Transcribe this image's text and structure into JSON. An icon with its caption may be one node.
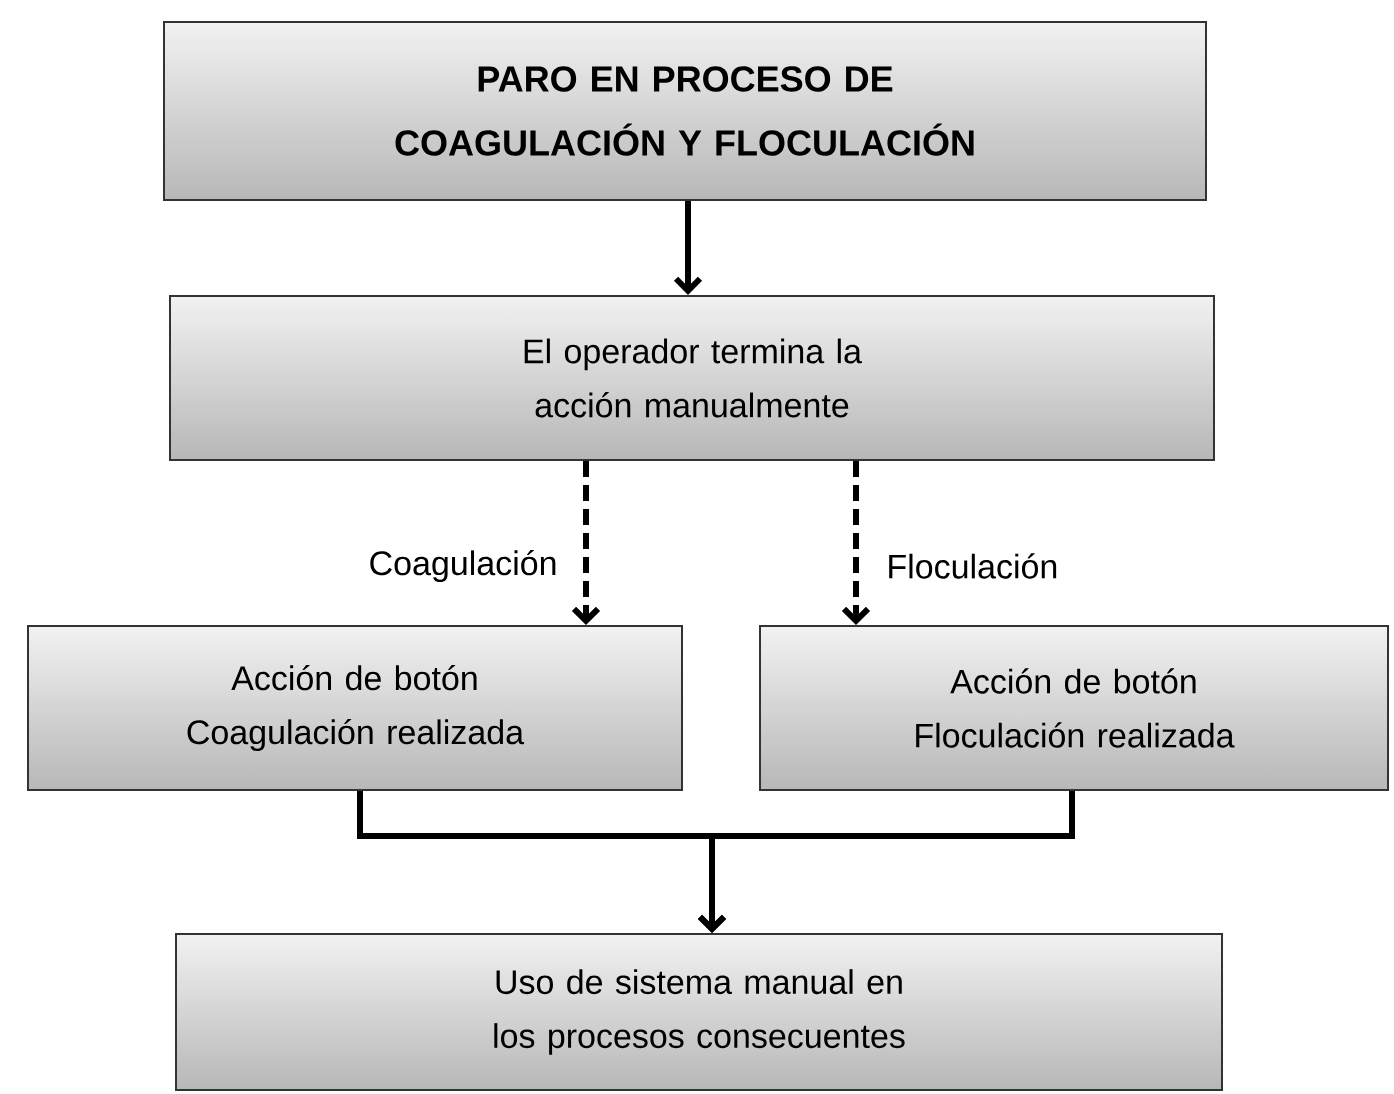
{
  "diagram": {
    "nodes": [
      {
        "text": [
          "PARO EN PROCESO  DE COAGULACIÓN Y FLOCULACIÓN"
        ]
      },
      {
        "text": [
          "El operador termina la acción manualmente"
        ]
      },
      {
        "text": [
          "Acción de botón Coagulación realizada"
        ]
      },
      {
        "text": [
          "Acción de botón Floculación realizada"
        ]
      },
      {
        "text": [
          "Uso de sistema manual en los procesos consecuentes"
        ]
      }
    ],
    "edges": [
      {
        "from": 0,
        "to": 1,
        "arrow": "to"
      },
      {
        "from": 1,
        "to": 2,
        "arrow": "to",
        "style": "dashed",
        "label": "Coagulación"
      },
      {
        "from": 1,
        "to": 3,
        "arrow": "to",
        "style": "dashed",
        "label": "Floculación"
      },
      {
        "from": 2,
        "to": 4,
        "arrow": "to"
      },
      {
        "from": 3,
        "to": 4,
        "arrow": "to"
      }
    ]
  }
}
